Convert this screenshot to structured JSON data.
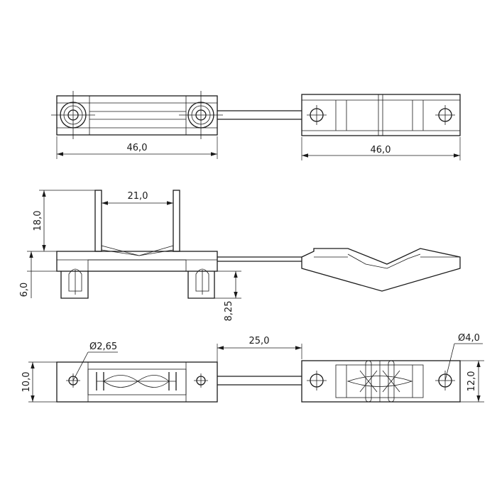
{
  "dimensions": {
    "top_left_length": "46,0",
    "top_right_length": "46,0",
    "side_height": "18,0",
    "side_spacing": "21,0",
    "side_base": "6,0",
    "side_foot": "8,25",
    "bottom_hole_small": "Ø2,65",
    "bottom_hole_large": "Ø4,0",
    "bottom_gap": "25,0",
    "bottom_left_height": "10,0",
    "bottom_right_height": "12,0"
  }
}
